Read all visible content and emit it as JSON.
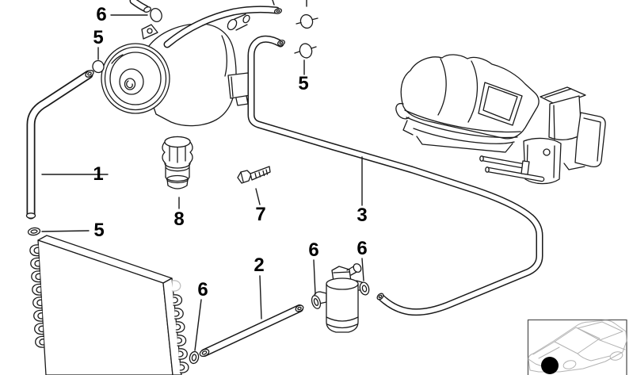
{
  "diagram": {
    "kind": "exploded-parts-line-drawing",
    "colors": {
      "background": "#ffffff",
      "line": "#1a1a1a",
      "car_sketch": "#b3b3b3",
      "locator_dot": "#000000"
    },
    "callouts": [
      {
        "id": "callout-6-top-left",
        "text": "6"
      },
      {
        "id": "callout-5-upper-left",
        "text": "5"
      },
      {
        "id": "callout-5-top-center",
        "text": "5"
      },
      {
        "id": "callout-1-pipe",
        "text": "1"
      },
      {
        "id": "callout-5-condenser",
        "text": "5"
      },
      {
        "id": "callout-8-valve",
        "text": "8"
      },
      {
        "id": "callout-7-bolt",
        "text": "7"
      },
      {
        "id": "callout-3-pipe",
        "text": "3"
      },
      {
        "id": "callout-2-pipe",
        "text": "2"
      },
      {
        "id": "callout-6-drier-left",
        "text": "6"
      },
      {
        "id": "callout-6-drier-right",
        "text": "6"
      },
      {
        "id": "callout-6-condenser-out",
        "text": "6"
      }
    ]
  }
}
